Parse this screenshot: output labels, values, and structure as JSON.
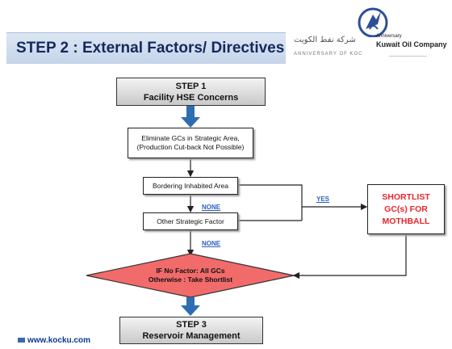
{
  "header": {
    "title": "STEP 2 : External Factors/ Directives"
  },
  "logo": {
    "arabic": "شركة نفط الكويت",
    "english": "Kuwait Oil Company",
    "anniversary": "Anniversary",
    "tagline": "ANNIVERSARY OF KOC"
  },
  "flow": {
    "step1_line1": "STEP 1",
    "step1_line2": "Facility HSE Concerns",
    "eliminate_line1": "Eliminate GCs in Strategic Area,",
    "eliminate_line2": "(Production Cut-back Not Possible)",
    "bordering": "Bordering Inhabited Area",
    "other_factor": "Other Strategic Factor",
    "none1": "NONE",
    "none2": "NONE",
    "yes": "YES",
    "decision_line1": "IF No Factor: All GCs",
    "decision_line2": "Otherwise : Take Shortlist",
    "shortlist_line1": "SHORTLIST",
    "shortlist_line2": "GC(s) FOR",
    "shortlist_line3": "MOTHBALL",
    "step3_line1": "STEP 3",
    "step3_line2": "Reservoir Management"
  },
  "footer": {
    "url": "www.kocku.com"
  },
  "colors": {
    "title_text": "#14295b",
    "decision_fill": "#f26b6b",
    "shortlist_text": "#e8262e",
    "arrow_blue": "#2f6db3",
    "label_blue": "#2b5fc1"
  }
}
